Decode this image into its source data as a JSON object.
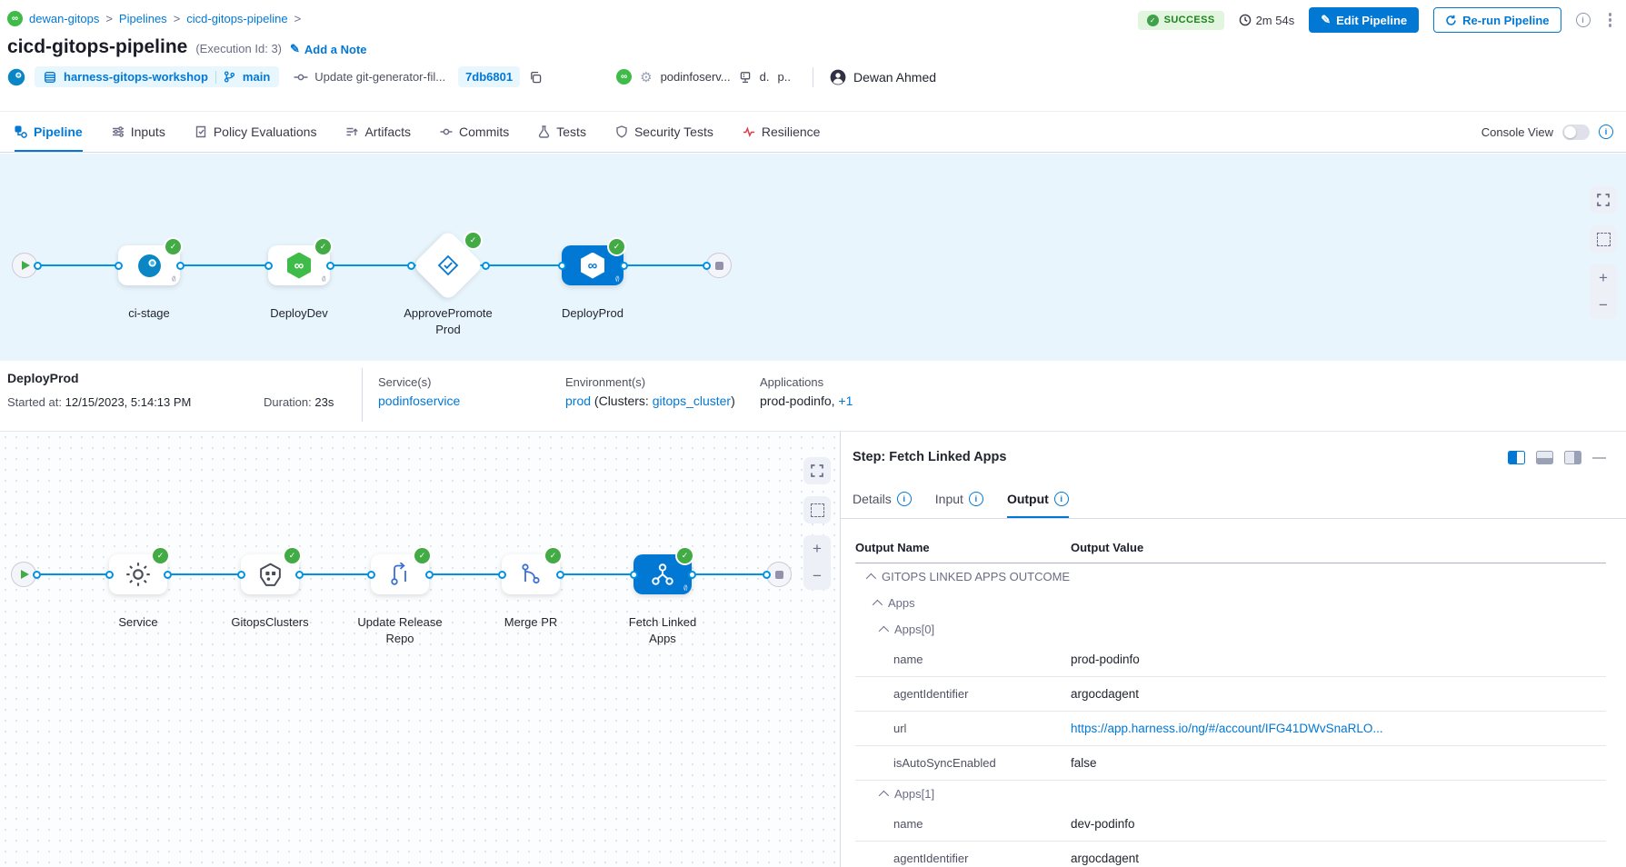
{
  "icons": {
    "check": "✓",
    "infinity": "∞",
    "pencil": "✎",
    "gear": "⚙",
    "info": "i",
    "plus": "+",
    "minus": "−",
    "code": "⟨/⟩",
    "minimize": "—"
  },
  "colors": {
    "primary": "#0278d5",
    "success_green": "#42ab45",
    "graph_line": "#0092e4",
    "status_badge_bg": "#e2f5de",
    "status_text": "#1b841d",
    "canvas_top_bg": "#e9f5fc",
    "resilience_red": "#d6414b"
  },
  "header": {
    "breadcrumbs": [
      "dewan-gitops",
      "Pipelines",
      "cicd-gitops-pipeline"
    ],
    "separator": ">",
    "status": "SUCCESS",
    "duration": "2m 54s",
    "edit_button": "Edit Pipeline",
    "rerun_button": "Re-run Pipeline"
  },
  "title": {
    "name": "cicd-gitops-pipeline",
    "execution_id": "(Execution Id: 3)",
    "add_note": "Add a Note"
  },
  "meta": {
    "repo": "harness-gitops-workshop",
    "branch": "main",
    "commit_message": "Update git-generator-fil...",
    "commit_sha": "7db6801",
    "service_short": "podinfoserv...",
    "env_a": "d.",
    "env_b": "p..",
    "user": "Dewan Ahmed"
  },
  "tabs": {
    "items": [
      {
        "label": "Pipeline",
        "active": true
      },
      {
        "label": "Inputs",
        "active": false
      },
      {
        "label": "Policy Evaluations",
        "active": false
      },
      {
        "label": "Artifacts",
        "active": false
      },
      {
        "label": "Commits",
        "active": false
      },
      {
        "label": "Tests",
        "active": false
      },
      {
        "label": "Security Tests",
        "active": false
      },
      {
        "label": "Resilience",
        "active": false
      }
    ],
    "console_view_label": "Console View"
  },
  "top_graph": {
    "stages": [
      "ci-stage",
      "DeployDev",
      "ApprovePromoteProd",
      "DeployProd"
    ]
  },
  "stage_summary": {
    "name": "DeployProd",
    "started_label": "Started at:",
    "started_value": "12/15/2023, 5:14:13 PM",
    "duration_label": "Duration:",
    "duration_value": "23s",
    "services_label": "Service(s)",
    "service": "podinfoservice",
    "environments_label": "Environment(s)",
    "env_name": "prod",
    "env_mid": "(Clusters:",
    "cluster": "gitops_cluster",
    "env_close": ")",
    "applications_label": "Applications",
    "applications_value": "prod-podinfo,",
    "applications_more": "+1"
  },
  "step_graph": {
    "steps": [
      "Service",
      "GitopsClusters",
      "Update Release Repo",
      "Merge PR",
      "Fetch Linked Apps"
    ]
  },
  "panel": {
    "title": "Step: Fetch Linked Apps",
    "tabs": [
      "Details",
      "Input",
      "Output"
    ],
    "table": {
      "col_name": "Output Name",
      "col_value": "Output Value",
      "rows": [
        {
          "type": "group",
          "level": 0,
          "name": "GITOPS LINKED APPS OUTCOME"
        },
        {
          "type": "group",
          "level": 1,
          "name": "Apps"
        },
        {
          "type": "group",
          "level": 2,
          "name": "Apps[0]"
        },
        {
          "type": "leaf",
          "name": "name",
          "value": "prod-podinfo"
        },
        {
          "type": "leaf",
          "name": "agentIdentifier",
          "value": "argocdagent"
        },
        {
          "type": "leaf",
          "name": "url",
          "value": "https://app.harness.io/ng/#/account/IFG41DWvSnaRLO...",
          "link": true
        },
        {
          "type": "leaf",
          "name": "isAutoSyncEnabled",
          "value": "false"
        },
        {
          "type": "group",
          "level": 2,
          "name": "Apps[1]"
        },
        {
          "type": "leaf",
          "name": "name",
          "value": "dev-podinfo"
        },
        {
          "type": "leaf",
          "name": "agentIdentifier",
          "value": "argocdagent"
        }
      ]
    }
  }
}
